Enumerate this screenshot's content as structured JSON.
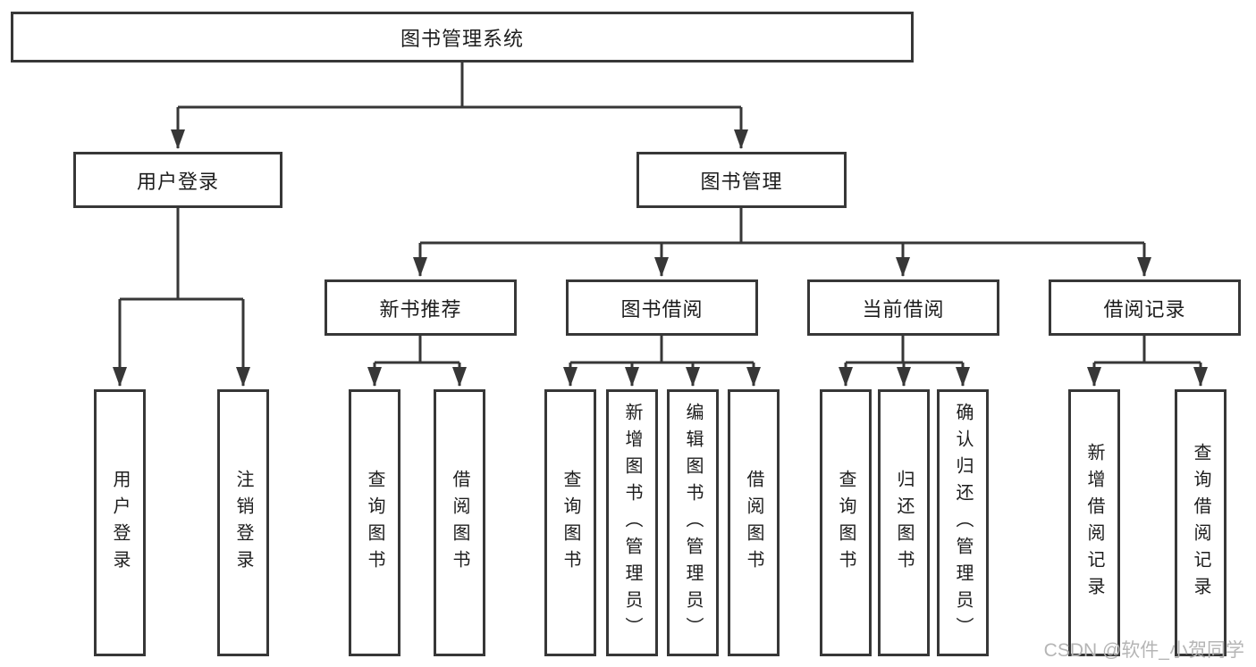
{
  "diagram": {
    "title": "图书管理系统",
    "root": {
      "label": "图书管理系统"
    },
    "level2": [
      {
        "label": "用户登录"
      },
      {
        "label": "图书管理"
      }
    ],
    "level3": [
      {
        "label": "新书推荐"
      },
      {
        "label": "图书借阅"
      },
      {
        "label": "当前借阅"
      },
      {
        "label": "借阅记录"
      }
    ],
    "leaves": [
      {
        "label": "用户登录",
        "parent": "用户登录"
      },
      {
        "label": "注销登录",
        "parent": "用户登录"
      },
      {
        "label": "查询图书",
        "parent": "新书推荐"
      },
      {
        "label": "借阅图书",
        "parent": "新书推荐"
      },
      {
        "label": "查询图书",
        "parent": "图书借阅"
      },
      {
        "label": "新增图书（管理员）",
        "parent": "图书借阅"
      },
      {
        "label": "编辑图书（管理员）",
        "parent": "图书借阅"
      },
      {
        "label": "借阅图书",
        "parent": "图书借阅"
      },
      {
        "label": "查询图书",
        "parent": "当前借阅"
      },
      {
        "label": "归还图书",
        "parent": "当前借阅"
      },
      {
        "label": "确认归还（管理员）",
        "parent": "当前借阅"
      },
      {
        "label": "新增借阅记录",
        "parent": "借阅记录"
      },
      {
        "label": "查询借阅记录",
        "parent": "借阅记录"
      }
    ]
  },
  "watermark": {
    "text": "CSDN @软件_小贺同学"
  },
  "colors": {
    "line": "#373737",
    "text": "#1d1d1d",
    "background": "#ffffff",
    "watermark": "#b5b5b5"
  }
}
